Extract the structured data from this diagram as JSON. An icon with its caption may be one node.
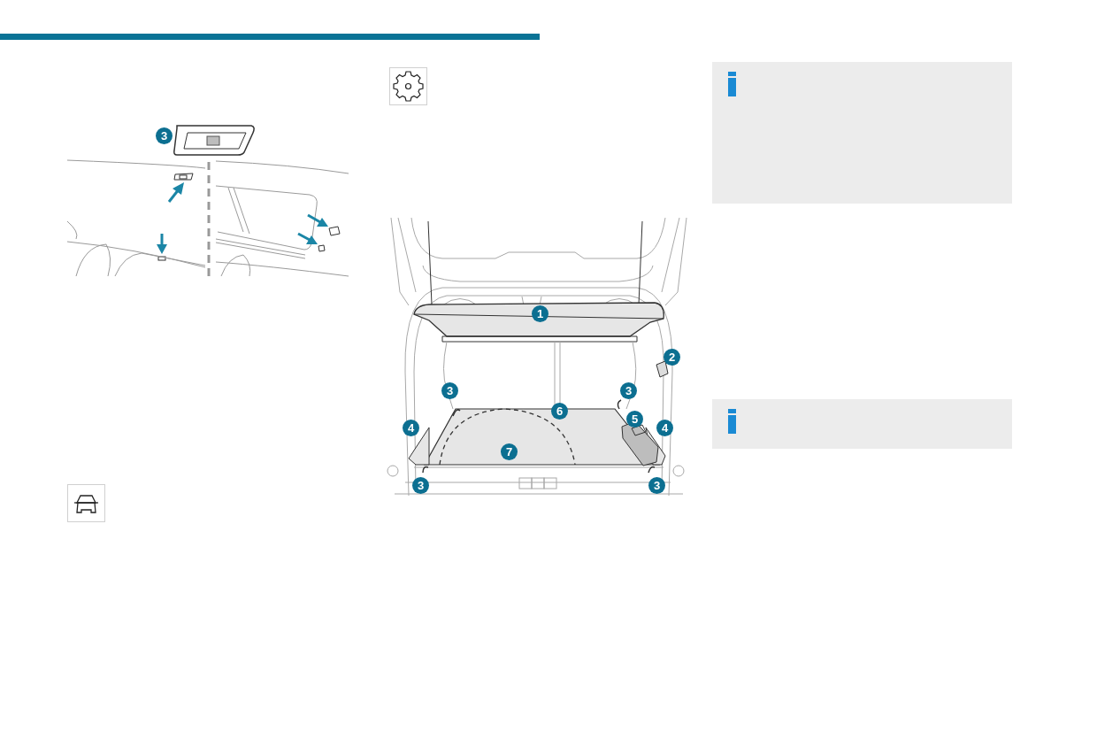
{
  "diagram": {
    "labels": [
      "3",
      "1",
      "2",
      "3",
      "3",
      "6",
      "5",
      "4",
      "4",
      "7",
      "3",
      "3"
    ]
  }
}
